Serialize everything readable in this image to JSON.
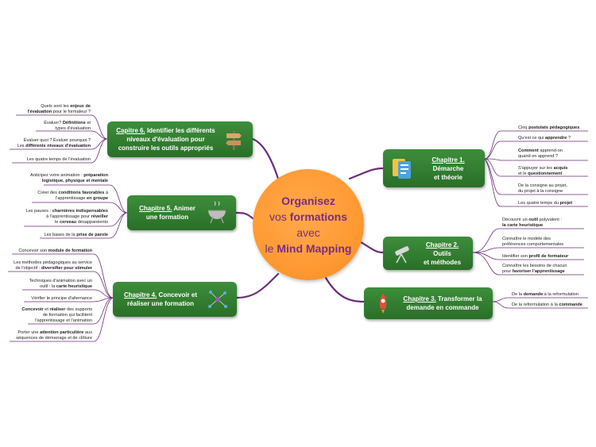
{
  "center": {
    "line1": "Organisez",
    "line2_pre": "vos ",
    "line2_bold": "formations",
    "line3": "avec",
    "line4_pre": "le ",
    "line4_bold": "Mind Mapping"
  },
  "branches": {
    "ch1": {
      "link": "Chapitre 1.",
      "rest_a": " Démarche",
      "rest_b": "et théorie",
      "icon": "documents-icon"
    },
    "ch2": {
      "link": "Chapitre 2.",
      "rest_a": " Outils",
      "rest_b": "et méthodes",
      "icon": "telescope-icon"
    },
    "ch3": {
      "link": "Chapitre 3.",
      "rest_a": " Transformer la",
      "rest_b": "demande en commande",
      "icon": "rocket-icon"
    },
    "ch4": {
      "link": "Chapitre 4.",
      "rest_a": " Concevoir et",
      "rest_b": "réaliser une formation",
      "icon": "network-icon"
    },
    "ch5": {
      "link": "Chapitre 5.",
      "rest_a": " Animer",
      "rest_b": "une formation",
      "icon": "grill-icon"
    },
    "ch6": {
      "link": "Capitre 6.",
      "rest_a": " Identifier les différents",
      "rest_b": "niveaux d'évaluation pour",
      "rest_c": "construire les outils appropriés",
      "icon": "signpost-icon"
    }
  },
  "leaves": {
    "ch1": [
      {
        "a": "Cinq ",
        "b": "postulats pédagogiques",
        "c": ""
      },
      {
        "a": "Qu'est ce qui ",
        "b": "apprendre",
        "c": " ?"
      },
      {
        "a": "",
        "b": "Comment",
        "c": " apprend-on",
        "d": "quand on apprend ?"
      },
      {
        "a": "S'appuyer sur les ",
        "b": "acquis",
        "c": "",
        "d": "et le ",
        "e": "questionnement"
      },
      {
        "a": "De la consigne au projet,",
        "b": "",
        "c": "",
        "d": "du projet à la consigne"
      },
      {
        "a": "Les quatre temps du ",
        "b": "projet",
        "c": ""
      }
    ],
    "ch2": [
      {
        "a": "Découvrir un ",
        "b": "outil",
        "c": " polyvalent :",
        "d": "",
        "e": "la carte heuristique"
      },
      {
        "a": "Connaître le modèle des",
        "b": "",
        "c": "",
        "d": "préférences comportementales"
      },
      {
        "a": "Identifier son ",
        "b": "profil de formateur",
        "c": ""
      },
      {
        "a": "Connaître les besoins de chacun",
        "b": "",
        "c": "",
        "d": "pour ",
        "e": "favoriser l'apprentissage"
      }
    ],
    "ch3": [
      {
        "a": "De la ",
        "b": "demande",
        "c": " à la reformulation"
      },
      {
        "a": "De la reformulation à la ",
        "b": "commande",
        "c": ""
      }
    ],
    "ch4": [
      {
        "a": "Concevoir son ",
        "b": "module de formation",
        "c": ""
      },
      {
        "a": "Les méthodes pédagogiques au service",
        "b": "",
        "c": "",
        "d": "de l'objectif : ",
        "e": "diversifier pour stimuler"
      },
      {
        "a": "Techniques d'animation avec un",
        "b": "",
        "c": "",
        "d": "outil : la ",
        "e": "carte heuristique"
      },
      {
        "a": "Vérifier le principe d'alternance",
        "b": "",
        "c": ""
      },
      {
        "a": "",
        "b": "Concevoir",
        "c": " et ",
        "b2": "réaliser",
        "c2": " des supports",
        "d": "de formation qui facilitent",
        "f": "l'apprentissage et l'animation"
      },
      {
        "a": "Porter une ",
        "b": "attention particulière",
        "c": " aux",
        "d": "séquences de démarrage et de clôture"
      }
    ],
    "ch5": [
      {
        "a": "Anticipez votre animation : ",
        "b": "préparation",
        "c": "",
        "d": "",
        "e": "logistique, physique et mentale"
      },
      {
        "a": "Créer des ",
        "b": "conditions favorables",
        "c": " à",
        "d": "l'apprentissage ",
        "e": "en groupe"
      },
      {
        "a": "Les pauses : ",
        "b": "charnières indispensables",
        "c": "",
        "d": "à l'apprentissage pour ",
        "e": "réveiller",
        "f": "le ",
        "g": "cerveau",
        "h": " désappareients"
      },
      {
        "a": "Les bases de la ",
        "b": "prise de parole",
        "c": ""
      }
    ],
    "ch6": [
      {
        "a": "Quels sont les ",
        "b": "enjeux de",
        "c": "",
        "d": "",
        "e": "l'évaluation",
        "f": " pour le formateur ?"
      },
      {
        "a": "Évaluer? ",
        "b": "Définitions",
        "c": " et",
        "d": "types d'évaluation"
      },
      {
        "a": "Évaluer quoi ? Évaluer pourquoi ?",
        "b": "",
        "c": "",
        "d": "Les ",
        "e": "différents niveaux d'évaluation"
      },
      {
        "a": "Les quatre temps de l'évaluation",
        "b": "",
        "c": ""
      }
    ]
  }
}
